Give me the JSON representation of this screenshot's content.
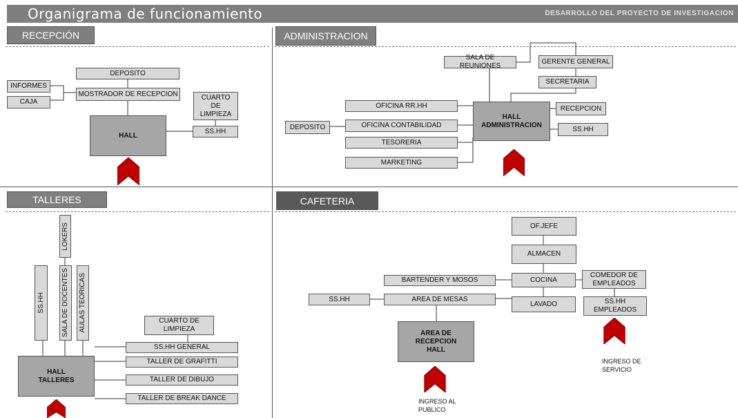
{
  "header": {
    "title": "Organigrama de funcionamiento",
    "subtitle": "DESARROLLO DEL PROYECTO DE INVESTIGACION"
  },
  "sections": {
    "recepcion": {
      "label": "RECEPCIÓN",
      "deposito": "DEPOSITO",
      "informes": "INFORMES",
      "mostrador": "MOSTRADOR DE RECEPCION",
      "caja": "CAJA",
      "cuarto_limpieza": "CUARTO DE LIMPIEZA",
      "hall": "HALL",
      "sshh": "SS.HH"
    },
    "administracion": {
      "label": "ADMINISTRACION",
      "sala_reuniones": "SALA DE REUNIONES",
      "gerente": "GERENTE GENERAL",
      "secretaria": "SECRETARIA",
      "oficina_rrhh": "OFICINA RR.HH",
      "recepcion": "RECEPCION",
      "deposito": "DEPOSITO",
      "oficina_contabilidad": "OFICINA CONTABILIDAD",
      "hall": "HALL ADMINISTRACION",
      "sshh": "SS.HH",
      "tesoreria": "TESORERIA",
      "marketing": "MARKETING"
    },
    "talleres": {
      "label": "TALLERES",
      "lokers": "LOKERS",
      "sshh": "SS.HH",
      "sala_docentes": "SALA DE  DOCENTES",
      "aulas_teoricas": "AULAS TEORICAS",
      "cuarto_limpieza": "CUARTO DE LIMPIEZA",
      "sshh_general": "SS.HH GENERAL",
      "hall": "HALL TALLERES",
      "taller_grafitti": "TALLER DE GRAFITTI",
      "taller_dibujo": "TALLER DE DIBUJO",
      "taller_break": "TALLER DE BREAK DANCE"
    },
    "cafeteria": {
      "label": "CAFETERIA",
      "of_jefe": "OF.JEFE",
      "almacen": "ALMACEN",
      "bartender": "BARTENDER Y MOSOS",
      "cocina": "COCINA",
      "comedor": "COMEDOR DE EMPLEADOS",
      "sshh": "SS.HH",
      "area_mesas": "AREA DE MESAS",
      "lavado": "LAVADO",
      "sshh_empleados": "SS.HH EMPLEADOS",
      "area_recepcion": "AREA DE RECEPCION HALL",
      "ingreso_servicio": "INGRESO DE SERVICIO",
      "ingreso_publico": "INGRESO AL PUBLICO"
    }
  },
  "colors": {
    "hall_fill": "#a6a6a6",
    "box_fill": "#d9d9d9",
    "label_fill": "#7f7f7f",
    "arrow": "#c00000"
  }
}
